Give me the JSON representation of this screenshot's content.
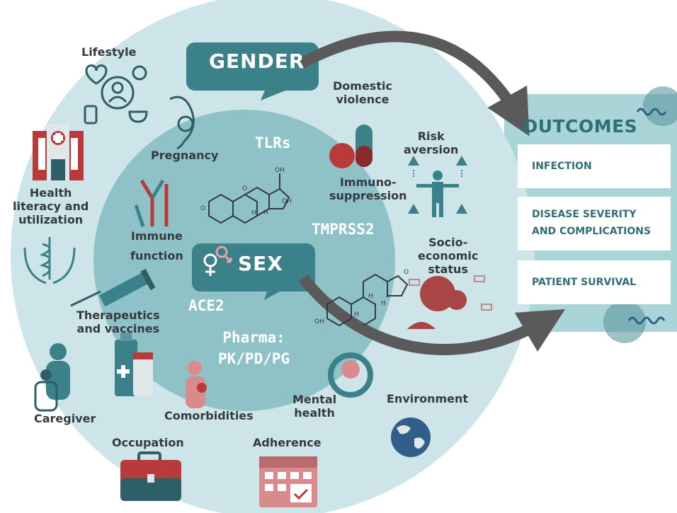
{
  "factors": {
    "gender": "GENDER",
    "sex": "SEX",
    "lifestyle": "Lifestyle",
    "pregnancy": "Pregnancy",
    "health_literacy": "Health\nliteracy and\nutilization",
    "immune_function": "Immune\nfunction",
    "therapeutics": "Therapeutics\nand vaccines",
    "caregiver": "Caregiver",
    "comorbidities": "Comorbidities",
    "occupation": "Occupation",
    "adherence": "Adherence",
    "mental_health": "Mental\nhealth",
    "environment": "Environment",
    "domestic_violence": "Domestic\nviolence",
    "risk_aversion": "Risk\naversion",
    "immunosuppression": "Immuno-\nsuppression",
    "socioeconomic": "Socio-\neconomic\nstatus"
  },
  "biology": {
    "tlrs": "TLRs",
    "tmprss2": "TMPRSS2",
    "ace2": "ACE2",
    "pharma": "Pharma:\nPK/PD/PG",
    "steroid_oh1": "OH",
    "steroid_oh2": "OH",
    "steroid_oh3": "OH",
    "steroid_o1": "O",
    "steroid_o2": "O",
    "steroid_o3": "O",
    "steroid_h1": "H",
    "steroid_h2": "H",
    "steroid_h3": "H",
    "steroid_h4": "H",
    "steroid_h5": "H"
  },
  "outcomes": {
    "title": "OUTCOMES",
    "items": [
      "INFECTION",
      "DISEASE SEVERITY\nAND COMPLICATIONS",
      "PATIENT SURVIVAL"
    ]
  },
  "colors": {
    "outer_circle": "#cde5e8",
    "inner_circle": "#8fc2c6",
    "bubble": "#3b8189",
    "accent_red": "#b83a3a",
    "dark": "#323a3f",
    "arrow": "#5a5a5a",
    "panel": "#a9d4d8"
  }
}
